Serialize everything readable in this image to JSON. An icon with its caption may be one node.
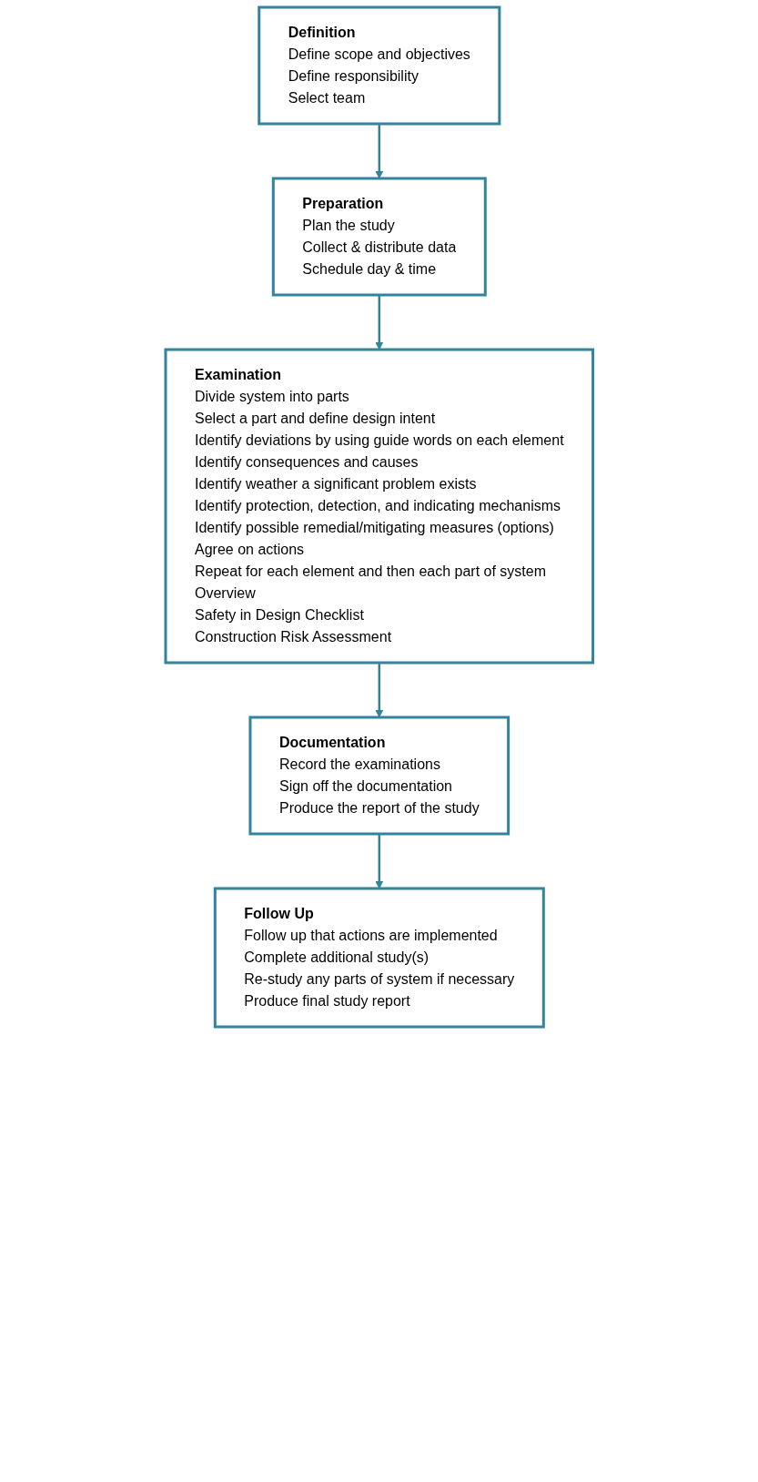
{
  "diagram": {
    "nodes": [
      {
        "text": [
          "Definition",
          "Define scope and objectives",
          "Define responsibility",
          "Select team"
        ]
      },
      {
        "text": [
          "Preparation",
          "Plan the study",
          "Collect & distribute data",
          "Schedule day & time"
        ]
      },
      {
        "text": [
          "Examination",
          "Divide system into parts",
          "Select a part and define design intent",
          "Identify deviations by using guide words on each element",
          "Identify consequences and causes",
          "Identify weather a significant problem exists",
          "Identify protection, detection, and indicating mechanisms",
          "Identify possible remedial/mitigating measures (options)",
          "Agree on actions",
          "Repeat for each element and then each part of system",
          "Overview",
          "Safety in Design Checklist",
          "Construction Risk Assessment"
        ]
      },
      {
        "text": [
          "Documentation",
          "Record the examinations",
          "Sign off the documentation",
          "Produce the report of the study"
        ]
      },
      {
        "text": [
          "Follow Up",
          "Follow up that actions are implemented",
          "Complete additional study(s)",
          "Re-study any parts of system if necessary",
          "Produce final study report"
        ]
      }
    ],
    "edges": [
      {
        "from": 0,
        "to": 1,
        "arrow": "to"
      },
      {
        "from": 1,
        "to": 2,
        "arrow": "to"
      },
      {
        "from": 2,
        "to": 3,
        "arrow": "to"
      },
      {
        "from": 3,
        "to": 4,
        "arrow": "to"
      }
    ]
  }
}
